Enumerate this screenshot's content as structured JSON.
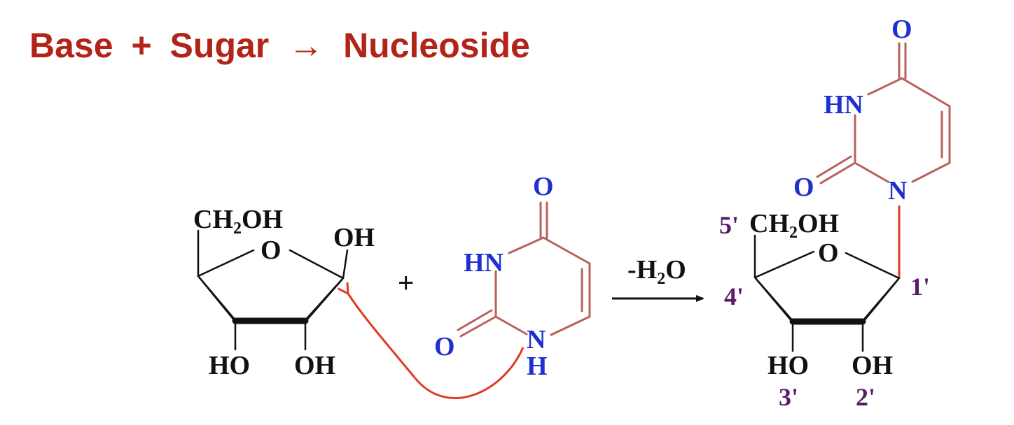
{
  "title": {
    "base": "Base",
    "plus": "+",
    "sugar": "Sugar",
    "arrow": "→",
    "product": "Nucleoside"
  },
  "sugar": {
    "ch2oh_main": "CH",
    "ch2oh_sub": "2",
    "ch2oh_tail": "OH",
    "ring_o": "O",
    "oh_anomeric": "OH",
    "ho_left": "HO",
    "oh_right": "OH"
  },
  "plus_sign": "+",
  "uracil": {
    "o_top": "O",
    "hn": "HN",
    "o_left": "O",
    "n": "N",
    "h": "H"
  },
  "reaction": {
    "condition_main": "-H",
    "condition_sub": "2",
    "condition_tail": "O"
  },
  "nucleoside": {
    "o_top": "O",
    "hn": "HN",
    "o_left": "O",
    "n": "N",
    "ch2oh_main": "CH",
    "ch2oh_sub": "2",
    "ch2oh_tail": "OH",
    "ring_o": "O",
    "ho": "HO",
    "oh": "OH",
    "labels": {
      "c5": "5'",
      "c4": "4'",
      "c1": "1'",
      "c3": "3'",
      "c2": "2'"
    }
  },
  "colors": {
    "title": "#b22418",
    "heteroatom": "#1f2fd0",
    "bond_base": "#b9605a",
    "bond_sugar": "#111111",
    "arrow_red": "#e03a22",
    "position_labels": "#5a1a6a"
  }
}
